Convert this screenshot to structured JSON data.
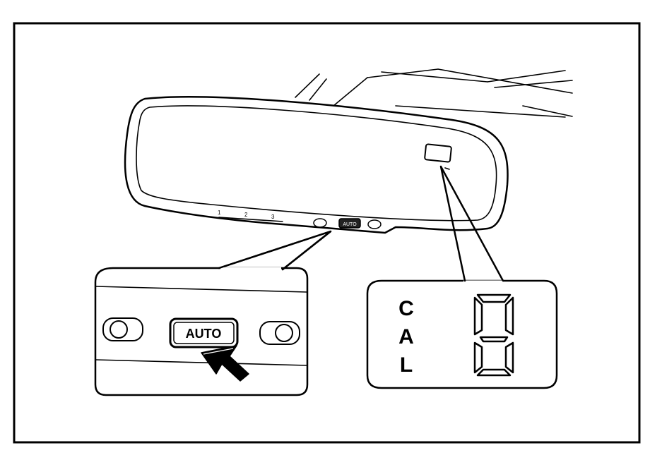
{
  "mirror": {
    "compass_labels": [
      "1",
      "2",
      "3"
    ],
    "auto_small_label": "AUTO"
  },
  "callout_left": {
    "auto_button_label": "AUTO"
  },
  "callout_right": {
    "cal_letters": [
      "C",
      "A",
      "L"
    ]
  }
}
